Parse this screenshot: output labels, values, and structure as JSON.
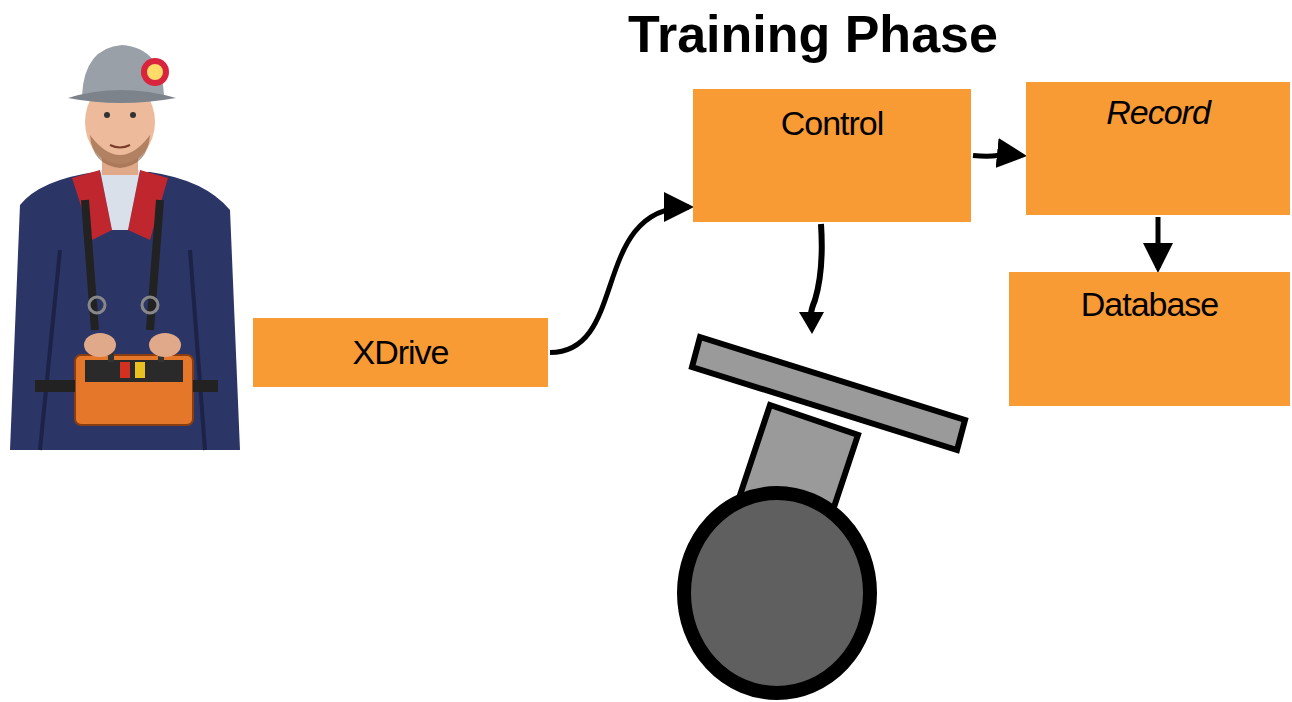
{
  "diagram": {
    "title": "Training Phase",
    "nodes": [
      {
        "text": [
          "XDrive"
        ]
      },
      {
        "text": [
          "Control"
        ]
      },
      {
        "text": [
          "Record"
        ]
      },
      {
        "text": [
          "Database"
        ]
      }
    ],
    "edges": [
      {
        "from": 0,
        "to": 1,
        "arrow": "to"
      },
      {
        "from": 1,
        "to": 2,
        "arrow": "to"
      },
      {
        "from": 2,
        "to": 3,
        "arrow": "to"
      }
    ]
  }
}
